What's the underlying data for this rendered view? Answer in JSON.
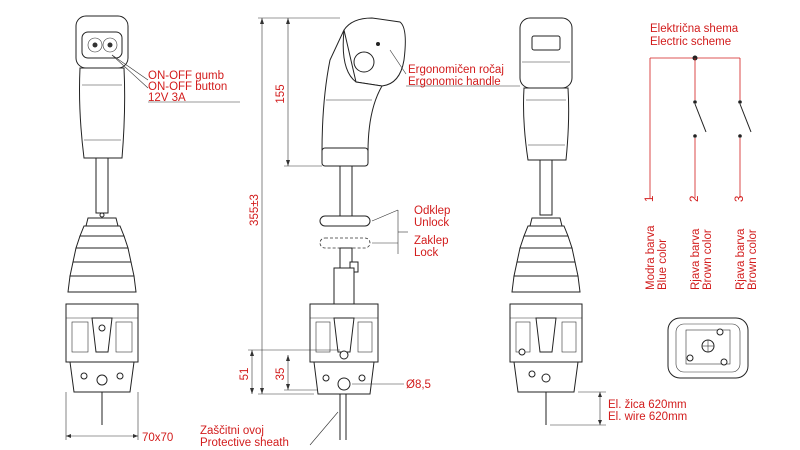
{
  "labels": {
    "button_sl": "ON-OFF gumb",
    "button_en": "ON-OFF button",
    "rating": "12V 3A",
    "handle_sl": "Ergonomičen ročaj",
    "handle_en": "Ergonomic handle",
    "unlock_sl": "Odklep",
    "unlock_en": "Unlock",
    "lock_sl": "Zaklep",
    "lock_en": "Lock",
    "diameter": "Ø8,5",
    "sheath_sl": "Zaščitni ovoj",
    "sheath_en": "Protective sheath",
    "wire_sl": "El. žica 620mm",
    "wire_en": "El. wire 620mm",
    "base_size": "70x70"
  },
  "dimensions": {
    "handle_height": "155",
    "total_height": "355±3",
    "base_height": "51",
    "mount_height": "35"
  },
  "schematic": {
    "title_sl": "Električna shema",
    "title_en": "Electric scheme",
    "wires": [
      {
        "num": "1",
        "sl": "Modra barva",
        "en": "Blue color"
      },
      {
        "num": "2",
        "sl": "Rjava barva",
        "en": "Brown color"
      },
      {
        "num": "3",
        "sl": "Rjava barva",
        "en": "Brown color"
      }
    ]
  }
}
